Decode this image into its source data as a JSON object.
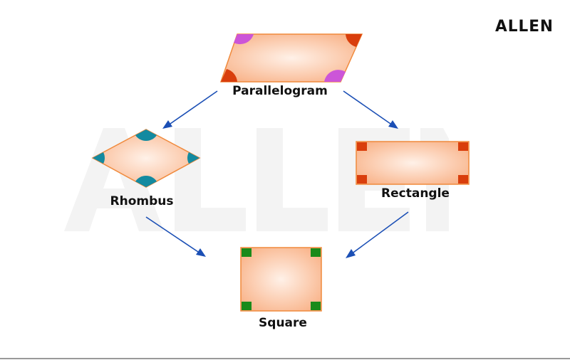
{
  "logo": "ALLEN",
  "watermark": "ALLEN",
  "shapes": {
    "parallelogram": "Parallelogram",
    "rhombus": "Rhombus",
    "rectangle": "Rectangle",
    "square": "Square"
  },
  "colors": {
    "fill": "#fbc4a2",
    "stroke": "#f08a3c",
    "arrow": "#1b4fb5",
    "parallelogram_angle_a": "#cc55d8",
    "parallelogram_angle_b": "#d93e0c",
    "rhombus_angle": "#138aa0",
    "rectangle_angle": "#d93e0c",
    "square_angle": "#1a8a1a"
  }
}
